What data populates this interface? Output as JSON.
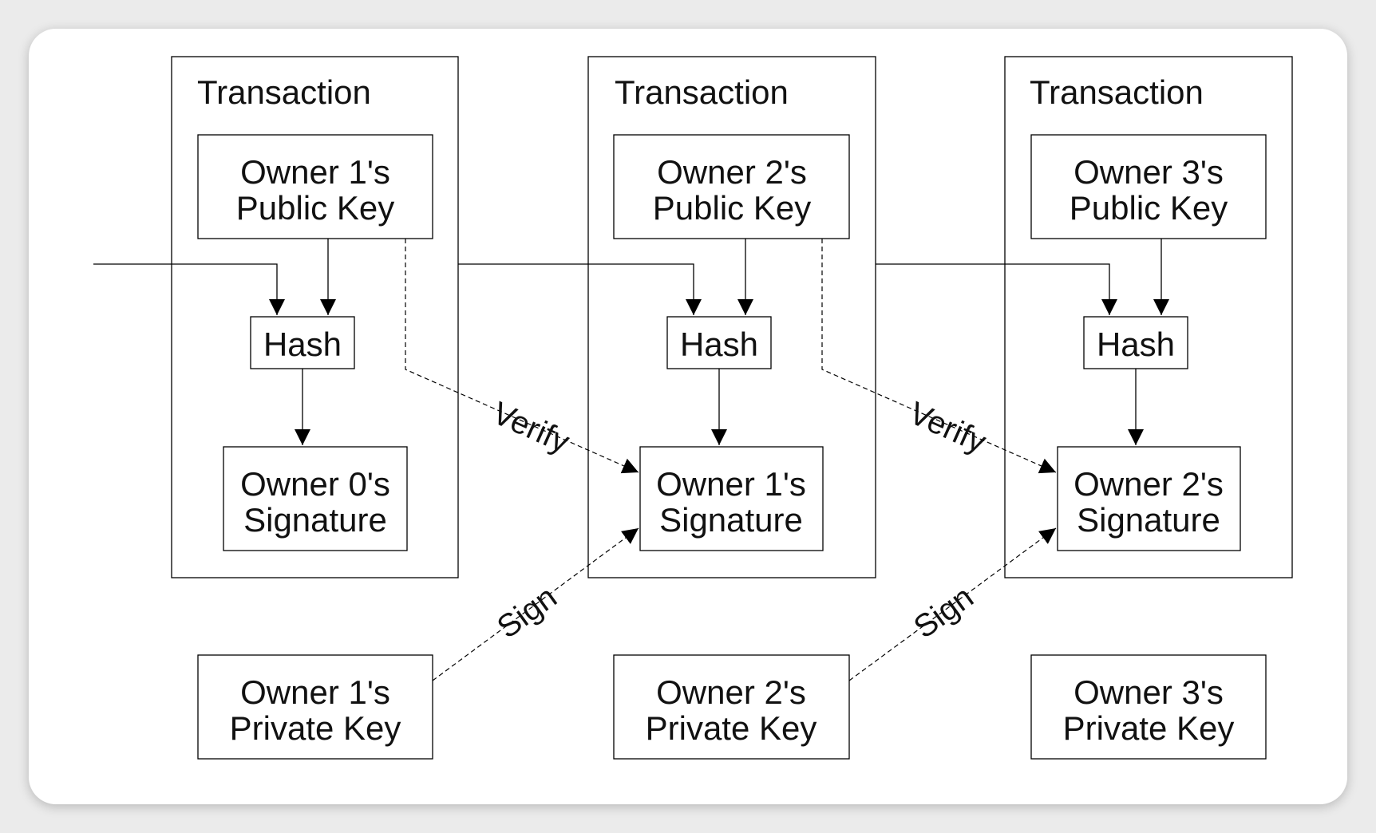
{
  "diagram": {
    "transactions": [
      {
        "title": "Transaction",
        "public_key": [
          "Owner 1's",
          "Public Key"
        ],
        "hash": "Hash",
        "signature": [
          "Owner 0's",
          "Signature"
        ],
        "private_key": [
          "Owner 1's",
          "Private Key"
        ]
      },
      {
        "title": "Transaction",
        "public_key": [
          "Owner 2's",
          "Public Key"
        ],
        "hash": "Hash",
        "signature": [
          "Owner 1's",
          "Signature"
        ],
        "private_key": [
          "Owner 2's",
          "Private Key"
        ]
      },
      {
        "title": "Transaction",
        "public_key": [
          "Owner 3's",
          "Public Key"
        ],
        "hash": "Hash",
        "signature": [
          "Owner 2's",
          "Signature"
        ],
        "private_key": [
          "Owner 3's",
          "Private Key"
        ]
      }
    ],
    "edge_labels": {
      "verify": "Verify",
      "sign": "Sign"
    },
    "colors": {
      "background": "#ebebeb",
      "card": "#ffffff",
      "ink": "#000000"
    }
  }
}
